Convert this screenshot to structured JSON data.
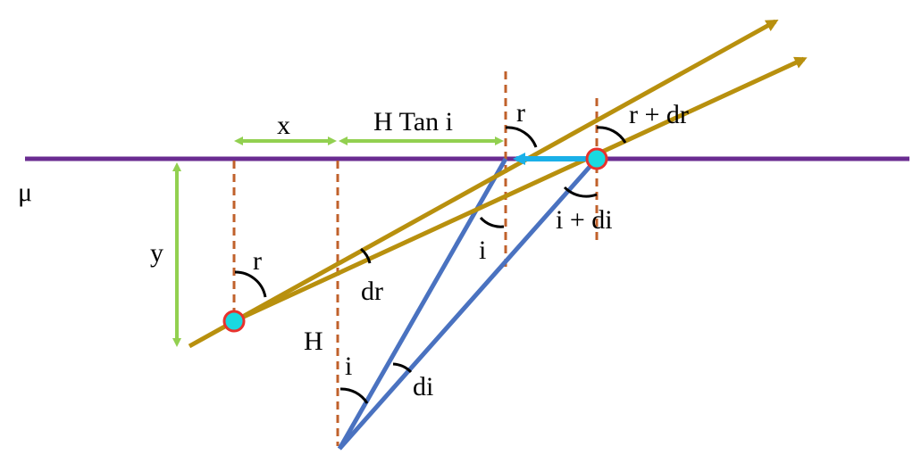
{
  "colors": {
    "interface": "#6a2c91",
    "ray": "#b8900e",
    "normal": "#c0612b",
    "sight_line": "#4a72c0",
    "dimension": "#92d050",
    "shift_arrow": "#1ab0e8",
    "point_fill": "#19d9e0",
    "point_ring": "#e8322d",
    "angle_arc": "#000000"
  },
  "labels": {
    "medium": "μ",
    "x": "x",
    "h_tan_i": "H Tan i",
    "y": "y",
    "H": "H",
    "r_object": "r",
    "dr": "dr",
    "i_bottom": "i",
    "di": "di",
    "r_surface": "r",
    "i_surface": "i",
    "r_plus_dr": "r + dr",
    "i_plus_di": "i + di"
  }
}
